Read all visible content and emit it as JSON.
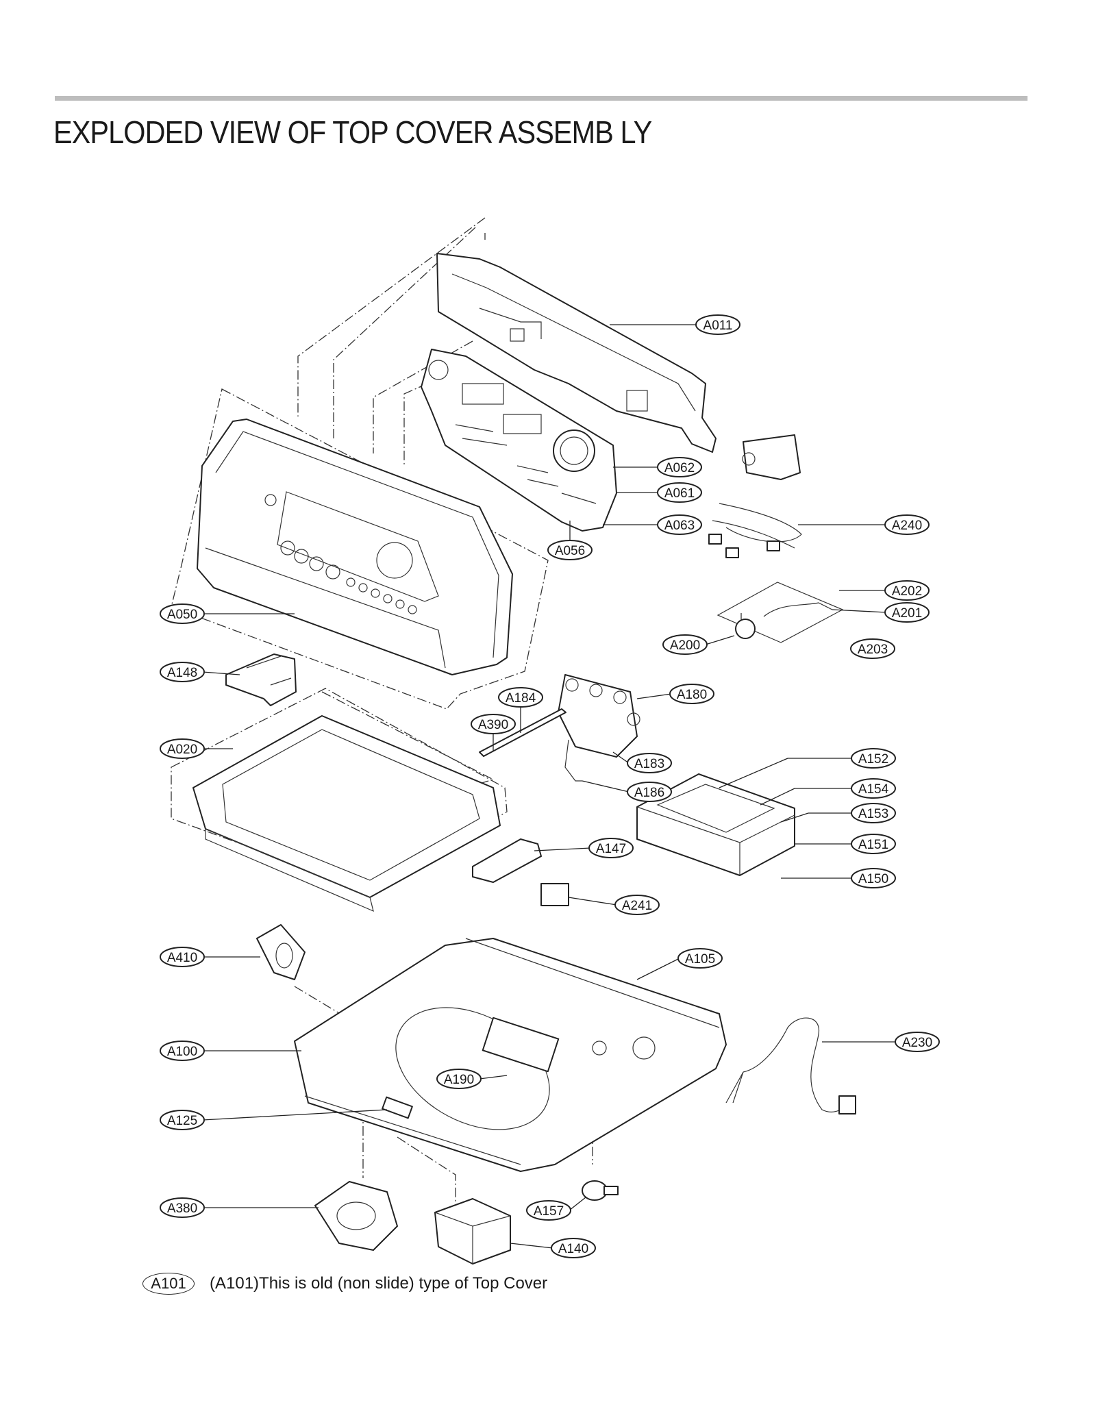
{
  "title": "EXPLODED VIEW OF TOP COVER ASSEMB LY",
  "footnote": {
    "badge": "A101",
    "text": "(A101)This is old (non slide) type of Top Cover"
  },
  "callouts": [
    {
      "id": "A011",
      "label": "A011"
    },
    {
      "id": "A062",
      "label": "A062"
    },
    {
      "id": "A061",
      "label": "A061"
    },
    {
      "id": "A063",
      "label": "A063"
    },
    {
      "id": "A056",
      "label": "A056"
    },
    {
      "id": "A240",
      "label": "A240"
    },
    {
      "id": "A202",
      "label": "A202"
    },
    {
      "id": "A201",
      "label": "A201"
    },
    {
      "id": "A200",
      "label": "A200"
    },
    {
      "id": "A203",
      "label": "A203"
    },
    {
      "id": "A050",
      "label": "A050"
    },
    {
      "id": "A148",
      "label": "A148"
    },
    {
      "id": "A184",
      "label": "A184"
    },
    {
      "id": "A180",
      "label": "A180"
    },
    {
      "id": "A390",
      "label": "A390"
    },
    {
      "id": "A183",
      "label": "A183"
    },
    {
      "id": "A020",
      "label": "A020"
    },
    {
      "id": "A186",
      "label": "A186"
    },
    {
      "id": "A152",
      "label": "A152"
    },
    {
      "id": "A154",
      "label": "A154"
    },
    {
      "id": "A153",
      "label": "A153"
    },
    {
      "id": "A151",
      "label": "A151"
    },
    {
      "id": "A150",
      "label": "A150"
    },
    {
      "id": "A147",
      "label": "A147"
    },
    {
      "id": "A241",
      "label": "A241"
    },
    {
      "id": "A410",
      "label": "A410"
    },
    {
      "id": "A105",
      "label": "A105"
    },
    {
      "id": "A230",
      "label": "A230"
    },
    {
      "id": "A100",
      "label": "A100"
    },
    {
      "id": "A190",
      "label": "A190"
    },
    {
      "id": "A125",
      "label": "A125"
    },
    {
      "id": "A380",
      "label": "A380"
    },
    {
      "id": "A157",
      "label": "A157"
    },
    {
      "id": "A140",
      "label": "A140"
    }
  ]
}
